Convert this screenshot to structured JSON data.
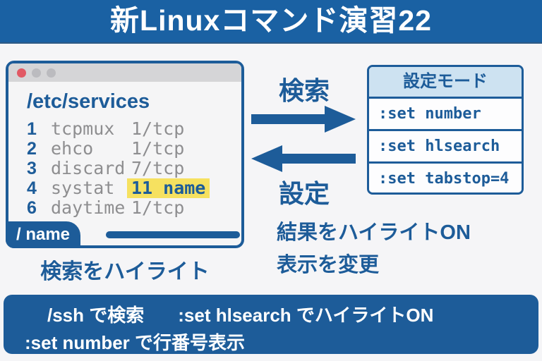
{
  "title": "新Linuxコマンド演習22",
  "terminal": {
    "heading": "/etc/services",
    "rows": [
      {
        "num": "1",
        "name": "tcpmux",
        "port": "1/tcp"
      },
      {
        "num": "2",
        "name": "ehco",
        "port": "1/tcp"
      },
      {
        "num": "3",
        "name": "discard",
        "port": "7/tcp"
      },
      {
        "num": "4",
        "name": "systat",
        "port": "11 name",
        "highlighted": true
      },
      {
        "num": "6",
        "name": "daytime",
        "port": "1/tcp"
      }
    ],
    "search_tab": "/ name",
    "caption": "検索をハイライト"
  },
  "flow": {
    "search_label": "検索",
    "settings_label": "設定"
  },
  "settings_box": {
    "header": "設定モード",
    "items": [
      ":set number",
      ":set hlsearch",
      ":set tabstop=4"
    ],
    "caption_line1": "結果をハイライトON",
    "caption_line2": "表示を変更"
  },
  "footer": {
    "line1_part1": "/ssh で検索",
    "line1_part2": ":set hlsearch でハイライトON",
    "line2": ":set number で行番号表示"
  },
  "colors": {
    "main_blue": "#1d5c99",
    "banner_blue": "#1a61a3",
    "highlight_yellow": "#f6e160",
    "header_light_blue": "#cde2f1",
    "titlebar_gray": "#d5d5d7",
    "terminal_text_gray": "#8e8e90",
    "close_dot_red": "#e15964",
    "page_background": "#f5f5f7"
  }
}
